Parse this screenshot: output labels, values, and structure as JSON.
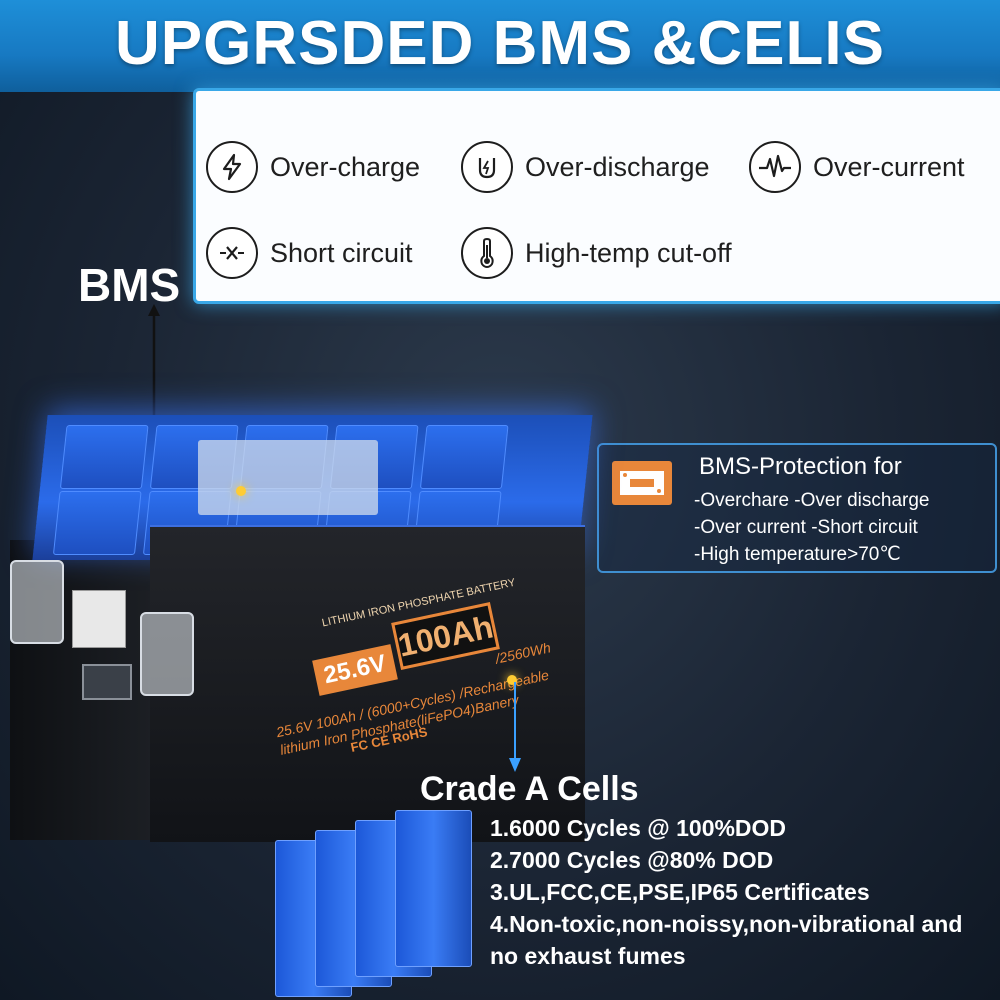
{
  "header": {
    "title": "UPGRSDED BMS &CELIS"
  },
  "protections": [
    {
      "label": "Over-charge",
      "icon": "lightning-icon"
    },
    {
      "label": "Over-discharge",
      "icon": "battery-discharge-icon"
    },
    {
      "label": "Over-current",
      "icon": "pulse-icon"
    },
    {
      "label": "Short circuit",
      "icon": "short-circuit-icon"
    },
    {
      "label": "High-temp cut-off",
      "icon": "thermometer-icon"
    }
  ],
  "bms_label": "BMS",
  "bms_protection": {
    "title": "BMS-Protection for",
    "lines": [
      "-Overchare      -Over discharge",
      "-Over current  -Short circuit",
      "-High temperature>70℃"
    ],
    "icon": "bms-board-icon"
  },
  "battery": {
    "header_text": "LITHIUM IRON PHOSPHATE BATTERY",
    "voltage": "25.6V",
    "capacity": "100Ah",
    "energy": "/2560Wh",
    "line1": "25.6V 100Ah / (6000+Cycles) /Rechargeable lithium Iron Phosphate(liFePO4)Banery",
    "certs": "FC CE RoHS"
  },
  "cells_section": {
    "title": "Crade A Cells",
    "items": [
      "1.6000 Cycles @ 100%DOD",
      "2.7000 Cycles @80% DOD",
      "3.UL,FCC,CE,PSE,IP65 Certificates",
      "4.Non-toxic,non-noissy,non-vibrational and",
      "no exhaust fumes"
    ]
  },
  "colors": {
    "header_blue": "#1e8fd8",
    "panel_border": "#39a8e8",
    "accent_orange": "#e8873a",
    "cell_blue": "#2b6bea"
  }
}
